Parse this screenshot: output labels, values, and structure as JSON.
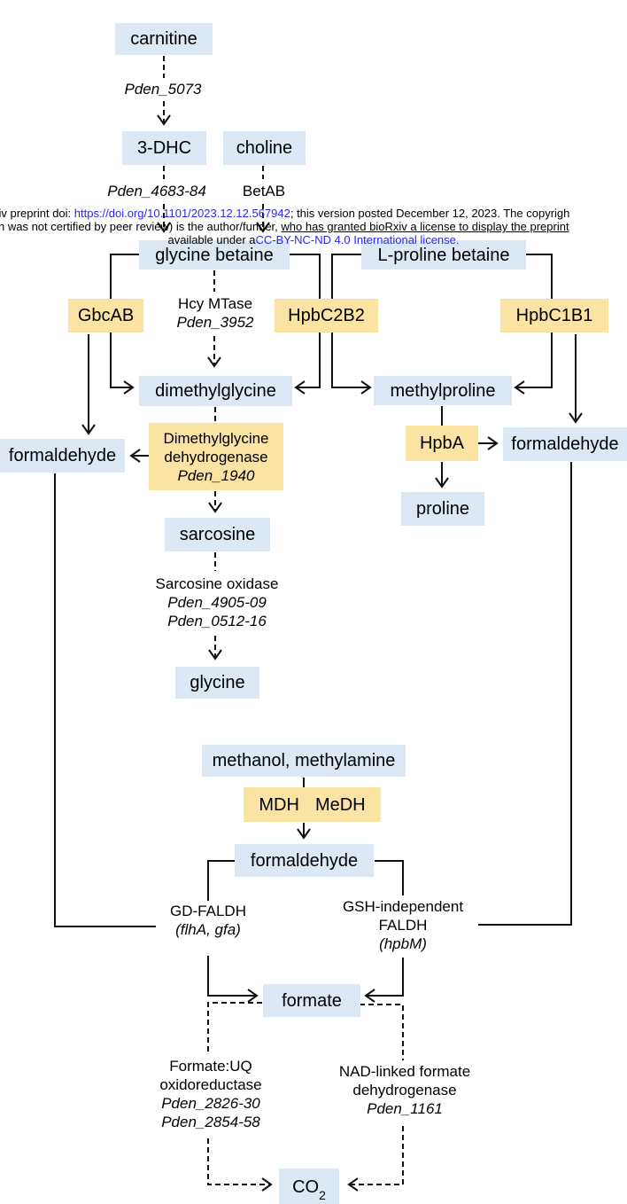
{
  "metabolites": {
    "carnitine": "carnitine",
    "dhc": "3-DHC",
    "choline": "choline",
    "glycine_betaine": "glycine betaine",
    "proline_betaine": "L-proline betaine",
    "dimethylglycine": "dimethylglycine",
    "methylproline": "methylproline",
    "formaldehyde_left": "formaldehyde",
    "formaldehyde_right": "formaldehyde",
    "proline": "proline",
    "sarcosine": "sarcosine",
    "glycine": "glycine",
    "methanol_methylamine": "methanol, methylamine",
    "formaldehyde_central": "formaldehyde",
    "formate": "formate",
    "co2_base": "CO",
    "co2_subscript": "2"
  },
  "enzymes": {
    "carnitine_dhc_gene": "Pden_5073",
    "dhc_gb_gene": "Pden_4683-84",
    "betab": "BetAB",
    "gbcab": "GbcAB",
    "hcy_mtase": "Hcy MTase",
    "hcy_mtase_gene": "Pden_3952",
    "hpbc2b2": "HpbC2B2",
    "hpbc1b1": "HpbC1B1",
    "dmg_dh_line1": "Dimethylglycine",
    "dmg_dh_line2": "dehydrogenase",
    "dmg_dh_gene": "Pden_1940",
    "hpba": "HpbA",
    "sarcosine_oxidase": "Sarcosine oxidase",
    "sarcosine_oxidase_gene1": "Pden_4905-09",
    "sarcosine_oxidase_gene2": "Pden_0512-16",
    "mdh": "MDH",
    "medh": "MeDH",
    "gd_faldh": "GD-FALDH",
    "gd_faldh_genes": "(flhA, gfa)",
    "gsh_faldh_line1": "GSH-independent",
    "gsh_faldh_line2": "FALDH",
    "gsh_faldh_gene": "(hpbM)",
    "formate_uq_line1": "Formate:UQ",
    "formate_uq_line2": "oxidoreductase",
    "formate_uq_gene1": "Pden_2826-30",
    "formate_uq_gene2": "Pden_2854-58",
    "nad_fdh_line1": "NAD-linked formate",
    "nad_fdh_line2": "dehydrogenase",
    "nad_fdh_gene": "Pden_1161"
  },
  "watermark": {
    "line1_prefix": "xiv preprint doi: ",
    "doi_link": "https://doi.org/10.1101/2023.12.12.567942",
    "line1_suffix": "; this version posted December 12, 2023. The copyrigh",
    "line2_prefix": "h was not certified by peer review) is the author/funder, ",
    "line2_underlined": "who has granted bioRxiv a license to display the preprint",
    "line3_prefix": "available under a",
    "license_link": "CC-BY-NC-ND 4.0 International license."
  },
  "colors": {
    "metabolite_fill": "#DCE8F4",
    "enzyme_fill": "#FBE3A4",
    "link_blue": "#2A2AE8",
    "line_color": "#111111"
  }
}
